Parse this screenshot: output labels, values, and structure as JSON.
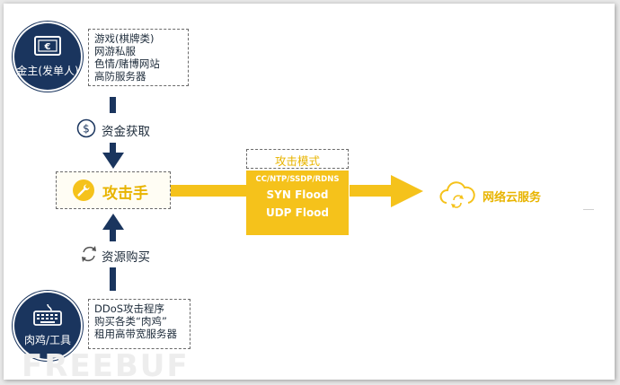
{
  "top_node": {
    "label": "金主(发单人)",
    "descriptions": [
      "游戏(棋牌类)",
      "网游私服",
      "色情/赌博网站",
      "高防服务器"
    ]
  },
  "bottom_node": {
    "label": "肉鸡/工具",
    "descriptions": [
      "DDoS攻击程序",
      "购买各类“肉鸡”",
      "租用高带宽服务器"
    ]
  },
  "funds_arrow": {
    "label": "资金获取",
    "icon": "dollar-circle-icon"
  },
  "resource_arrow": {
    "label": "资源购买",
    "icon": "refresh-cycle-icon"
  },
  "attacker": {
    "label": "攻击手",
    "icon": "wrench-icon"
  },
  "attack_mode": {
    "title": "攻击模式",
    "items": [
      "CC/NTP/SSDP/RDNS",
      "SYN Flood",
      "UDP Flood"
    ]
  },
  "target": {
    "label": "网络云服务",
    "icon": "cloud-sync-icon"
  },
  "watermark": "FREEBUF",
  "colors": {
    "navy": "#1a355e",
    "gold": "#f5c21b",
    "gold_text": "#e8b400"
  }
}
